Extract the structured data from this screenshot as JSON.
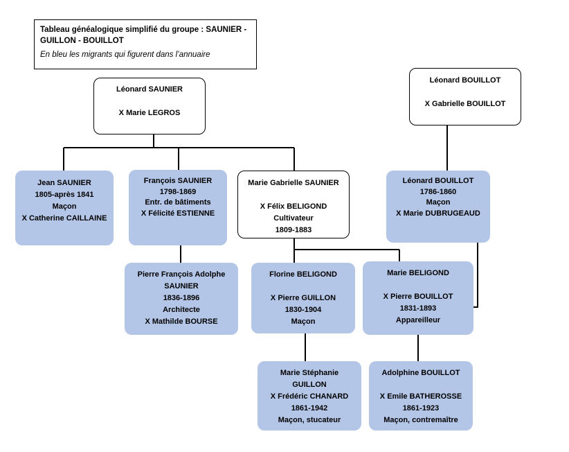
{
  "legend": {
    "title_line1": "Tableau généalogique simplifié du groupe : SAUNIER -",
    "title_line2": "GUILLON - BOUILLOT",
    "note": "En bleu les migrants qui figurent dans l’annuaire"
  },
  "nodes": {
    "leonard_saunier": {
      "lines": [
        "Léonard SAUNIER",
        "",
        "X Marie LEGROS"
      ]
    },
    "leonard_bouillot_sr": {
      "lines": [
        "Léonard BOUILLOT",
        "",
        "X Gabrielle BOUILLOT"
      ]
    },
    "jean_saunier": {
      "lines": [
        "Jean SAUNIER",
        "1805-après 1841",
        "Maçon",
        "X Catherine CAILLAINE"
      ]
    },
    "francois_saunier": {
      "lines": [
        "François SAUNIER",
        "1798-1869",
        "Entr. de bâtiments",
        "X Félicité ESTIENNE"
      ]
    },
    "marie_gabrielle_saunier": {
      "lines": [
        "Marie Gabrielle SAUNIER",
        "",
        "X Félix BELIGOND",
        "Cultivateur",
        "1809-1883"
      ]
    },
    "leonard_bouillot_jr": {
      "lines": [
        "Léonard BOUILLOT",
        "1786-1860",
        "Maçon",
        "X Marie DUBRUGEAUD"
      ]
    },
    "pierre_francois_adolphe": {
      "lines": [
        "Pierre François Adolphe",
        "SAUNIER",
        "1836-1896",
        "Architecte",
        "X Mathilde BOURSE"
      ]
    },
    "florine_beligond": {
      "lines": [
        "Florine BELIGOND",
        "",
        "X Pierre GUILLON",
        "1830-1904",
        "Maçon"
      ]
    },
    "marie_beligond": {
      "lines": [
        "Marie BELIGOND",
        "",
        "X Pierre BOUILLOT",
        "1831-1893",
        "Appareilleur"
      ]
    },
    "marie_stephanie_guillon": {
      "lines": [
        "Marie Stéphanie",
        "GUILLON",
        "X Frédéric CHANARD",
        "1861-1942",
        "Maçon, stucateur"
      ]
    },
    "adolphine_bouillot": {
      "lines": [
        "Adolphine BOUILLOT",
        "",
        "X Emile BATHEROSSE",
        "1861-1923",
        "Maçon, contremaître"
      ]
    }
  }
}
